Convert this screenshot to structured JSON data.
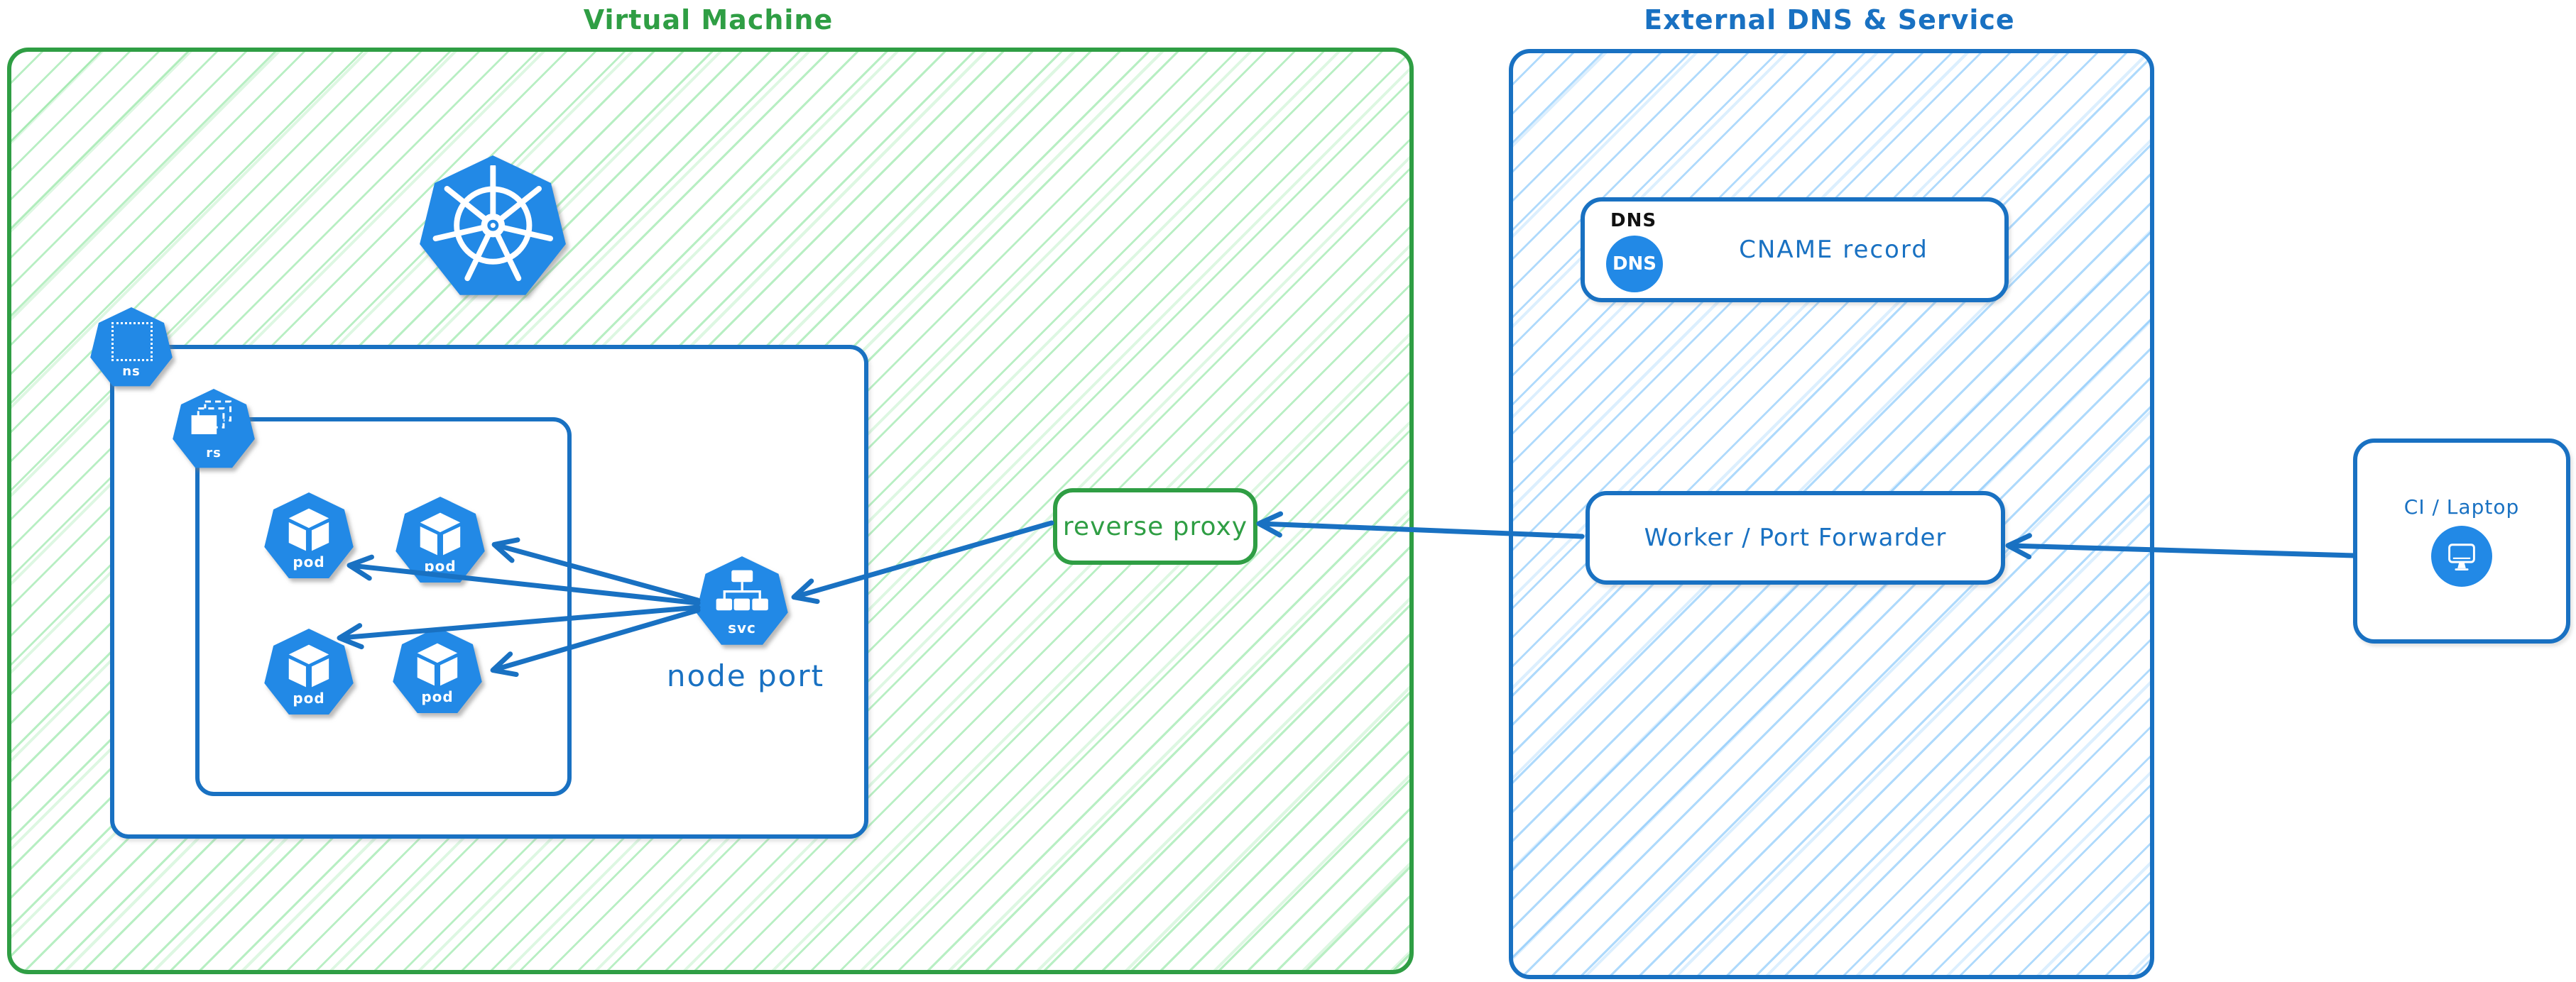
{
  "diagram": {
    "vm": {
      "title": "Virtual Machine",
      "node_port_label": "node port",
      "reverse_proxy_label": "reverse proxy"
    },
    "icons": {
      "pod": "pod",
      "svc": "svc",
      "ns": "ns",
      "rs": "rs",
      "names": [
        "kubernetes-logo-icon",
        "namespace-icon",
        "replicaset-icon",
        "pod-icon",
        "service-icon",
        "dns-icon",
        "monitor-icon",
        "arrowhead-icon"
      ]
    },
    "external": {
      "title": "External DNS & Service",
      "dns_header": "DNS",
      "dns_badge": "DNS",
      "cname_label": "CNAME record",
      "worker_label": "Worker / Port Forwarder"
    },
    "ci": {
      "label": "CI / Laptop"
    },
    "colors": {
      "green": "#2f9e44",
      "green_hatch": "#57d870",
      "blue": "#1971c2",
      "blue_hatch": "#60b5fa",
      "icon_blue": "#2289e6",
      "label_black": "#111111"
    }
  }
}
